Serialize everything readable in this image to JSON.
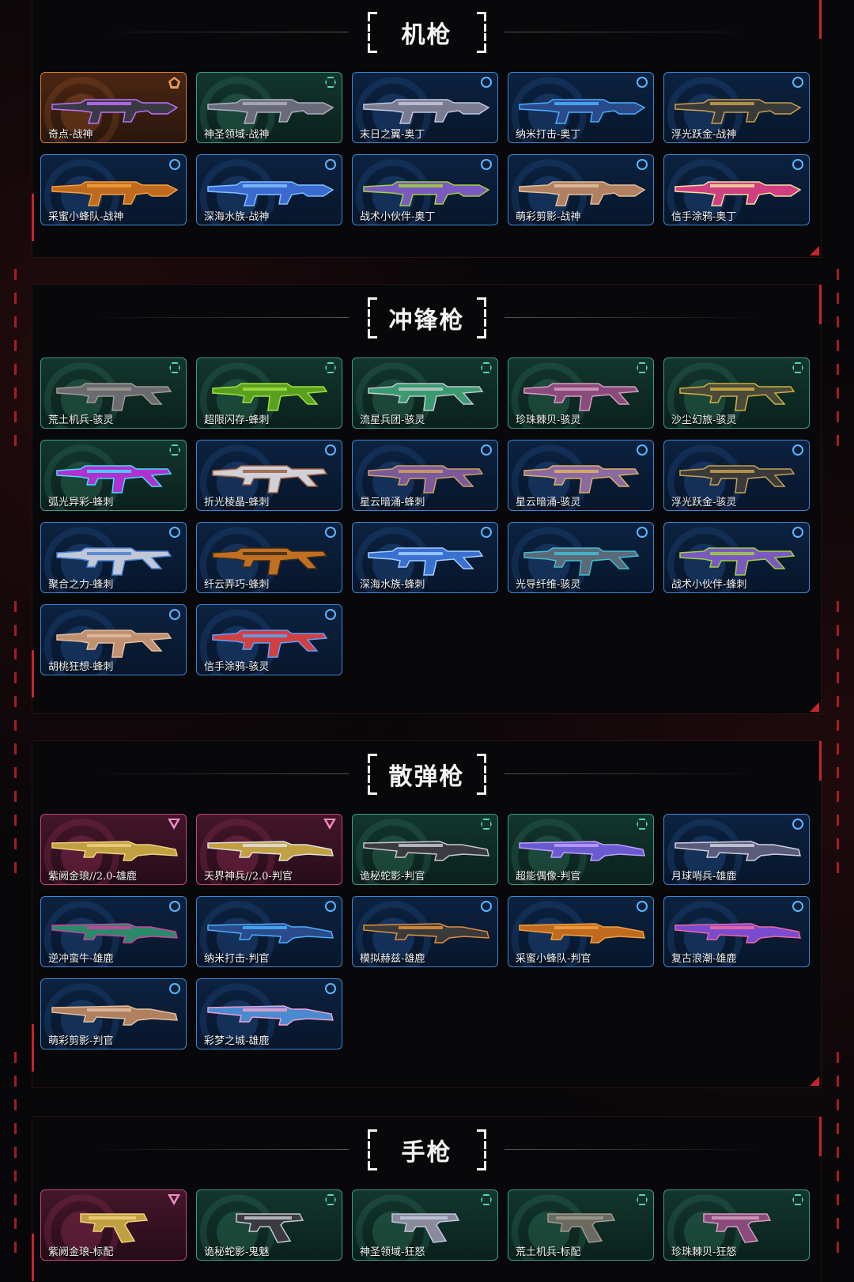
{
  "sections": [
    {
      "title": "机枪",
      "items": [
        {
          "name": "奇点-战神",
          "tier": "orange",
          "badge": "pent",
          "c1": "#3a3a44",
          "c2": "#c070ff"
        },
        {
          "name": "神圣领域-战神",
          "tier": "green",
          "badge": "hex",
          "c1": "#6a6a7a",
          "c2": "#aab0c0"
        },
        {
          "name": "末日之翼-奥丁",
          "tier": "blue",
          "badge": "circle",
          "c1": "#7a7a90",
          "c2": "#c0c8e0"
        },
        {
          "name": "纳米打击-奥丁",
          "tier": "blue",
          "badge": "circle",
          "c1": "#2a4a8a",
          "c2": "#4ab0ff"
        },
        {
          "name": "浮光跃金-战神",
          "tier": "blue",
          "badge": "circle",
          "c1": "#3a3a3a",
          "c2": "#c8a050"
        },
        {
          "name": "采蜜小蜂队-战神",
          "tier": "blue",
          "badge": "circle",
          "c1": "#c06a20",
          "c2": "#f0a040"
        },
        {
          "name": "深海水族-战神",
          "tier": "blue",
          "badge": "circle",
          "c1": "#3a6ad0",
          "c2": "#80c0ff"
        },
        {
          "name": "战术小伙伴-奥丁",
          "tier": "blue",
          "badge": "circle",
          "c1": "#7a5ac0",
          "c2": "#a0d040"
        },
        {
          "name": "萌彩剪影-战神",
          "tier": "blue",
          "badge": "circle",
          "c1": "#b08060",
          "c2": "#e0c0a0"
        },
        {
          "name": "信手涂鸦-奥丁",
          "tier": "blue",
          "badge": "circle",
          "c1": "#d04080",
          "c2": "#f0e0a0"
        }
      ]
    },
    {
      "title": "冲锋枪",
      "items": [
        {
          "name": "荒土机兵-骇灵",
          "tier": "green",
          "badge": "hex",
          "c1": "#6a6a70",
          "c2": "#a09a90"
        },
        {
          "name": "超限闪存-蜂刺",
          "tier": "green",
          "badge": "hex",
          "c1": "#5aa020",
          "c2": "#a0e040"
        },
        {
          "name": "流星兵团-骇灵",
          "tier": "green",
          "badge": "hex",
          "c1": "#3a9a70",
          "c2": "#c0c8d0"
        },
        {
          "name": "珍珠棘贝-骇灵",
          "tier": "green",
          "badge": "hex",
          "c1": "#8a4a7a",
          "c2": "#d0a0c0"
        },
        {
          "name": "沙尘幻旅-骇灵",
          "tier": "green",
          "badge": "hex",
          "c1": "#4a4a3a",
          "c2": "#d0b040"
        },
        {
          "name": "弧光异彩-蜂刺",
          "tier": "green",
          "badge": "hex",
          "c1": "#b030d0",
          "c2": "#40e0ff"
        },
        {
          "name": "折光棱晶-蜂刺",
          "tier": "blue",
          "badge": "circle",
          "c1": "#d0d0d8",
          "c2": "#a06040"
        },
        {
          "name": "星云暗涌-蜂刺",
          "tier": "blue",
          "badge": "circle",
          "c1": "#7a5a9a",
          "c2": "#d0a060"
        },
        {
          "name": "星云暗涌-骇灵",
          "tier": "blue",
          "badge": "circle",
          "c1": "#8a6aa0",
          "c2": "#e0b060"
        },
        {
          "name": "浮光跃金-骇灵",
          "tier": "blue",
          "badge": "circle",
          "c1": "#3a3a3a",
          "c2": "#c8a050"
        },
        {
          "name": "聚合之力-蜂刺",
          "tier": "blue",
          "badge": "circle",
          "c1": "#c0c8d8",
          "c2": "#4a80d0"
        },
        {
          "name": "纤云弄巧-蜂刺",
          "tier": "blue",
          "badge": "circle",
          "c1": "#c07020",
          "c2": "#3a2a20"
        },
        {
          "name": "深海水族-蜂刺",
          "tier": "blue",
          "badge": "circle",
          "c1": "#3a70d0",
          "c2": "#a0d0ff"
        },
        {
          "name": "光导纤维-骇灵",
          "tier": "blue",
          "badge": "circle",
          "c1": "#5a6a7a",
          "c2": "#40c0d0"
        },
        {
          "name": "战术小伙伴-蜂刺",
          "tier": "blue",
          "badge": "circle",
          "c1": "#7a5ac0",
          "c2": "#a0d040"
        },
        {
          "name": "胡桃狂想-蜂刺",
          "tier": "blue",
          "badge": "circle",
          "c1": "#c09070",
          "c2": "#e0c0a0"
        },
        {
          "name": "信手涂鸦-骇灵",
          "tier": "blue",
          "badge": "circle",
          "c1": "#d04040",
          "c2": "#60a0ff"
        }
      ]
    },
    {
      "title": "散弹枪",
      "items": [
        {
          "name": "紫阙金琅//2.0-雄鹿",
          "tier": "pink",
          "badge": "tri",
          "c1": "#c0a040",
          "c2": "#f0d080"
        },
        {
          "name": "天界神兵//2.0-判官",
          "tier": "pink",
          "badge": "tri",
          "c1": "#c0a040",
          "c2": "#e0e0e8"
        },
        {
          "name": "诡秘蛇影-判官",
          "tier": "green",
          "badge": "hex",
          "c1": "#3a3a40",
          "c2": "#c8c8d0"
        },
        {
          "name": "超能偶像-判官",
          "tier": "green",
          "badge": "hex",
          "c1": "#6a5ad0",
          "c2": "#c0a0ff"
        },
        {
          "name": "月球哨兵-雄鹿",
          "tier": "blue",
          "badge": "circle",
          "c1": "#5a5a7a",
          "c2": "#d0d0e0"
        },
        {
          "name": "逆冲蛮牛-雄鹿",
          "tier": "blue",
          "badge": "circle",
          "c1": "#2a8a6a",
          "c2": "#d040a0"
        },
        {
          "name": "纳米打击-判官",
          "tier": "blue",
          "badge": "circle",
          "c1": "#2a4a8a",
          "c2": "#4ab0ff"
        },
        {
          "name": "模拟赫兹-雄鹿",
          "tier": "blue",
          "badge": "circle",
          "c1": "#3a3a3a",
          "c2": "#e09040"
        },
        {
          "name": "采蜜小蜂队-判官",
          "tier": "blue",
          "badge": "circle",
          "c1": "#c06a20",
          "c2": "#f0a040"
        },
        {
          "name": "复古浪潮-雄鹿",
          "tier": "blue",
          "badge": "circle",
          "c1": "#7a4ad0",
          "c2": "#f06aa0"
        },
        {
          "name": "萌彩剪影-判官",
          "tier": "blue",
          "badge": "circle",
          "c1": "#b08060",
          "c2": "#e0c0a0"
        },
        {
          "name": "彩梦之城-雄鹿",
          "tier": "blue",
          "badge": "circle",
          "c1": "#4a8ad0",
          "c2": "#f0a0d0"
        }
      ]
    },
    {
      "title": "手枪",
      "items": [
        {
          "name": "紫阙金琅-标配",
          "tier": "pink",
          "badge": "tri",
          "c1": "#c0a040",
          "c2": "#f0d080"
        },
        {
          "name": "诡秘蛇影-鬼魅",
          "tier": "green",
          "badge": "hex",
          "c1": "#3a3a40",
          "c2": "#c8c8d0"
        },
        {
          "name": "神圣领域-狂怒",
          "tier": "green",
          "badge": "hex",
          "c1": "#8a8a9a",
          "c2": "#c0c8e0"
        },
        {
          "name": "荒土机兵-标配",
          "tier": "green",
          "badge": "hex",
          "c1": "#6a6a60",
          "c2": "#a09a90"
        },
        {
          "name": "珍珠棘贝-狂怒",
          "tier": "green",
          "badge": "hex",
          "c1": "#8a4a7a",
          "c2": "#d0a0c0"
        }
      ]
    }
  ]
}
